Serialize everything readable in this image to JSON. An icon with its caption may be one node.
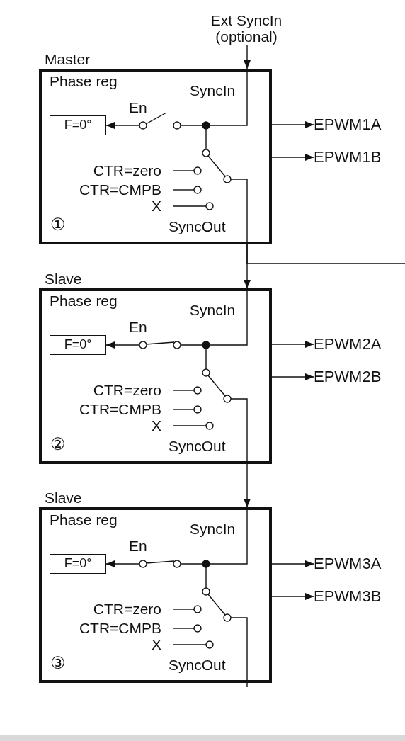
{
  "diagram": {
    "nodes": [
      {
        "text": [
          "Ext SyncIn (optional)"
        ]
      },
      {
        "text": [
          "Master",
          "Phase reg",
          "SyncIn",
          "En",
          "CTR=zero",
          "CTR=CMPB",
          "X",
          "①",
          "SyncOut"
        ]
      },
      {
        "text": [
          "F=0°"
        ],
        "in": 1
      },
      {
        "text": [
          "EPWM1A"
        ]
      },
      {
        "text": [
          "EPWM1B"
        ]
      },
      {
        "text": [
          "Slave",
          "Phase reg",
          "SyncIn",
          "En",
          "CTR=zero",
          "CTR=CMPB",
          "X",
          "②",
          "SyncOut"
        ]
      },
      {
        "text": [
          "F=0°"
        ],
        "in": 5
      },
      {
        "text": [
          "EPWM2A"
        ]
      },
      {
        "text": [
          "EPWM2B"
        ]
      },
      {
        "text": [
          "Slave",
          "Phase reg",
          "SyncIn",
          "En",
          "CTR=zero",
          "CTR=CMPB",
          "X",
          "③",
          "SyncOut"
        ]
      },
      {
        "text": [
          "F=0°"
        ],
        "in": 9
      },
      {
        "text": [
          "EPWM3A"
        ]
      },
      {
        "text": [
          "EPWM3B"
        ]
      }
    ],
    "edges": [
      {
        "from": 0,
        "to": 1,
        "arrow": "to"
      },
      {
        "from": null,
        "to": 2,
        "arrow": "to"
      },
      {
        "from": 1,
        "to": 3,
        "arrow": "to"
      },
      {
        "from": 1,
        "to": 4,
        "arrow": "to"
      },
      {
        "from": 1,
        "to": 5,
        "arrow": "to"
      },
      {
        "from": 1,
        "to": null,
        "arrow": "none"
      },
      {
        "from": null,
        "to": 6,
        "arrow": "to"
      },
      {
        "from": 5,
        "to": 7,
        "arrow": "to"
      },
      {
        "from": 5,
        "to": 8,
        "arrow": "to"
      },
      {
        "from": 5,
        "to": 9,
        "arrow": "to"
      },
      {
        "from": null,
        "to": 10,
        "arrow": "to"
      },
      {
        "from": 9,
        "to": 11,
        "arrow": "to"
      },
      {
        "from": 9,
        "to": 12,
        "arrow": "to"
      },
      {
        "from": 9,
        "to": null,
        "arrow": "none"
      }
    ]
  }
}
